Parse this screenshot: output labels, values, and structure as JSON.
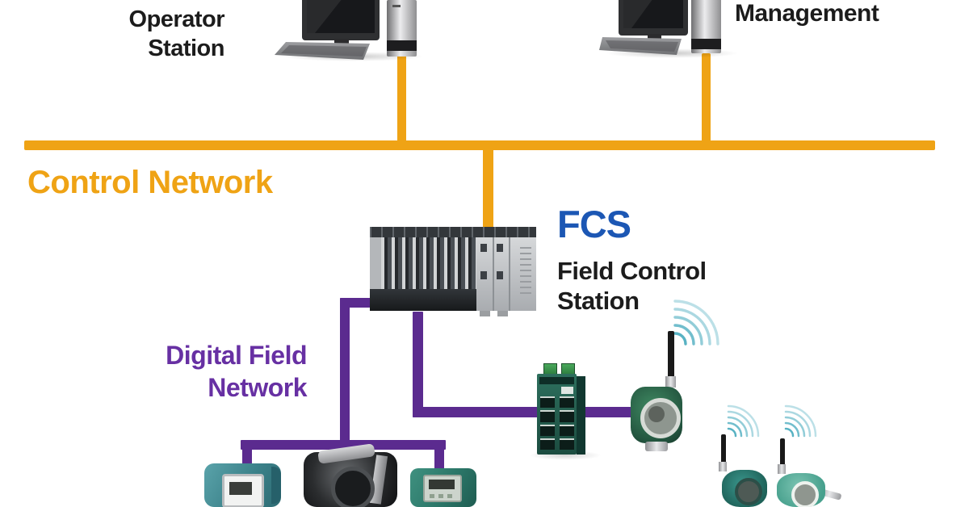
{
  "colors": {
    "control_network_orange": "#EFA315",
    "digital_field_purple": "#5B2B8F",
    "fcs_blue": "#1C57B4",
    "label_black": "#1C1C1C",
    "wireless_teal": "#4FAEC0",
    "device_green": "#2F7050"
  },
  "labels": {
    "operator_station": {
      "line1": "Operator",
      "line2": "Station"
    },
    "management": "Management",
    "control_network": "Control Network",
    "fcs": {
      "abbr": "FCS",
      "full_line1": "Field Control",
      "full_line2": "Station"
    },
    "digital_field_network": {
      "line1": "Digital Field",
      "line2": "Network"
    }
  },
  "diagram": {
    "type": "process-control-system-architecture",
    "networks": [
      {
        "id": "control-network",
        "label": "Control Network",
        "color": "#EFA315"
      },
      {
        "id": "digital-field-network",
        "label": "Digital Field Network",
        "color": "#5B2B8F"
      }
    ],
    "nodes": [
      {
        "id": "operator-station",
        "label": "Operator Station",
        "icon": "desktop-computer-icon",
        "network": "control-network"
      },
      {
        "id": "management",
        "label": "Management",
        "icon": "desktop-computer-icon",
        "network": "control-network"
      },
      {
        "id": "fcs",
        "label": "FCS Field Control Station",
        "icon": "controller-rack-icon",
        "networks": [
          "control-network",
          "digital-field-network"
        ]
      },
      {
        "id": "ethernet-switch",
        "label": "",
        "icon": "din-rail-switch-icon",
        "network": "digital-field-network"
      },
      {
        "id": "wireless-gateway",
        "label": "",
        "icon": "wireless-transmitter-icon",
        "wireless": true,
        "connected_to": "ethernet-switch"
      },
      {
        "id": "wireless-transmitter-1",
        "label": "",
        "icon": "wireless-transmitter-icon",
        "wireless": true
      },
      {
        "id": "wireless-transmitter-2",
        "label": "",
        "icon": "wireless-transmitter-icon",
        "wireless": true
      },
      {
        "id": "field-transmitter-1",
        "label": "",
        "icon": "pressure-transmitter-icon",
        "network": "digital-field-network"
      },
      {
        "id": "field-transmitter-2",
        "label": "",
        "icon": "pressure-transmitter-icon",
        "network": "digital-field-network"
      },
      {
        "id": "field-transmitter-3",
        "label": "",
        "icon": "pressure-transmitter-icon",
        "network": "digital-field-network"
      }
    ],
    "edges": [
      {
        "from": "operator-station",
        "to": "control-network"
      },
      {
        "from": "management",
        "to": "control-network"
      },
      {
        "from": "fcs",
        "to": "control-network"
      },
      {
        "from": "fcs",
        "to": "digital-field-network"
      },
      {
        "from": "digital-field-network",
        "to": "field-transmitter-1"
      },
      {
        "from": "digital-field-network",
        "to": "field-transmitter-2"
      },
      {
        "from": "digital-field-network",
        "to": "field-transmitter-3"
      },
      {
        "from": "digital-field-network",
        "to": "ethernet-switch"
      },
      {
        "from": "ethernet-switch",
        "to": "wireless-gateway"
      }
    ]
  }
}
